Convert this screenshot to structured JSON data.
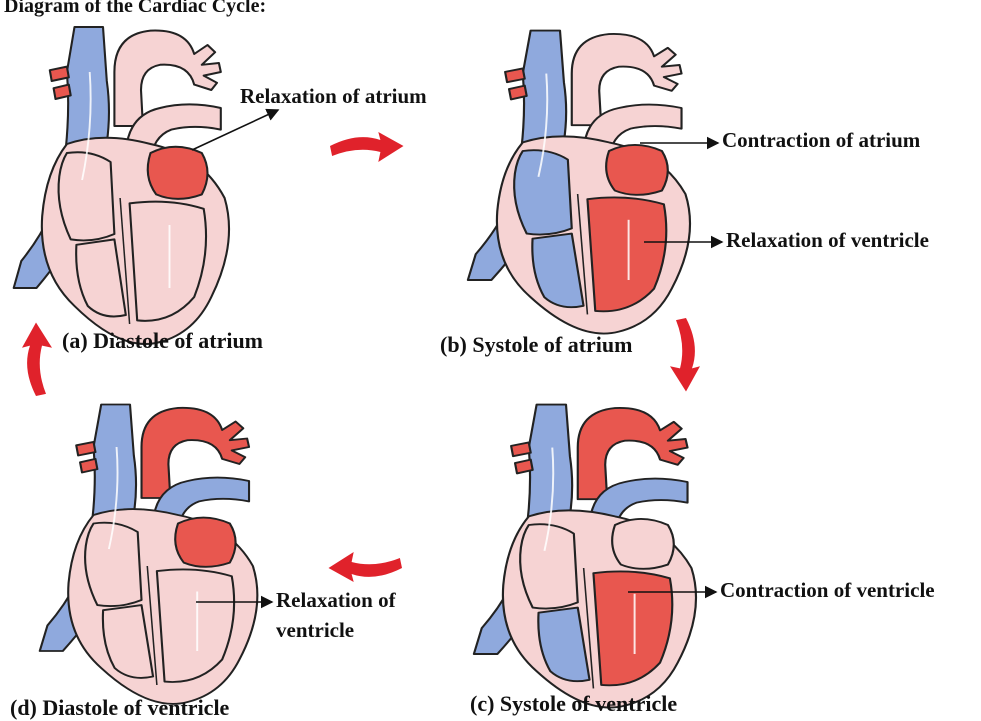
{
  "header_fragment": "Diagram of the Cardiac Cycle:",
  "panels": {
    "a": {
      "caption": "(a) Diastole of atrium",
      "labels": [
        "Relaxation of atrium"
      ]
    },
    "b": {
      "caption": "(b) Systole of atrium",
      "labels": [
        "Contraction of atrium",
        "Relaxation of  ventricle"
      ]
    },
    "c": {
      "caption": "(c) Systole of ventricle",
      "labels": [
        "Contraction of ventricle"
      ]
    },
    "d": {
      "caption": "(d) Diastole of ventricle",
      "labels": [
        "Relaxation of",
        "ventricle"
      ]
    }
  },
  "colors": {
    "oxygenated_red": "#e8574f",
    "deoxygenated_blue": "#8fa9dd",
    "heart_pink": "#f6d3d3",
    "cycle_arrow_red": "#e0222b",
    "text": "#111111"
  }
}
